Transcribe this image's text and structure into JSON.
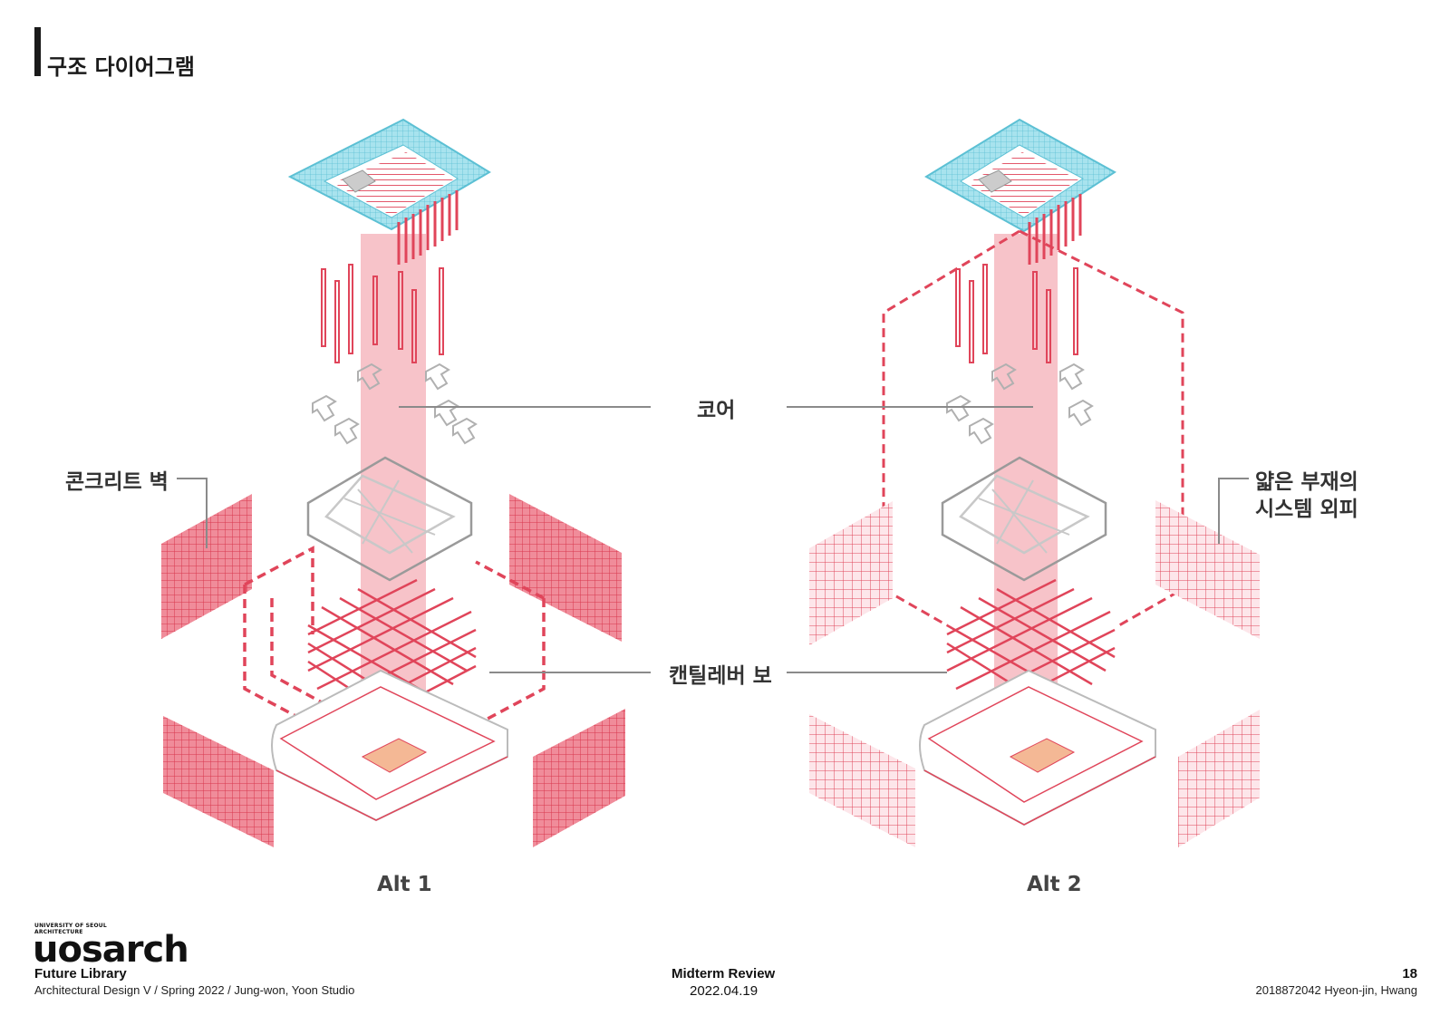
{
  "page": {
    "title": "구조 다이어그램"
  },
  "labels": {
    "core": "코어",
    "concrete_wall": "콘크리트 벽",
    "cantilever_beam": "캔틸레버 보",
    "thin_member_line1": "얇은  부재의",
    "thin_member_line2": "시스템 외피"
  },
  "alternatives": {
    "alt1": "Alt 1",
    "alt2": "Alt 2"
  },
  "colors": {
    "red": "#e0455a",
    "pink_core": "#f6b8c0",
    "cyan": "#7fd3e3",
    "gray": "#a8a8a8"
  },
  "footer": {
    "logo_small_1": "UNIVERSITY OF SEOUL",
    "logo_small_2": "ARCHITECTURE",
    "logo": "uosarch",
    "project_title": "Future Library",
    "project_subtitle": "Architectural Design V / Spring 2022 / Jung-won, Yoon Studio",
    "review_title": "Midterm Review",
    "review_date": "2022.04.19",
    "page_number": "18",
    "author": "2018872042  Hyeon-jin, Hwang"
  }
}
